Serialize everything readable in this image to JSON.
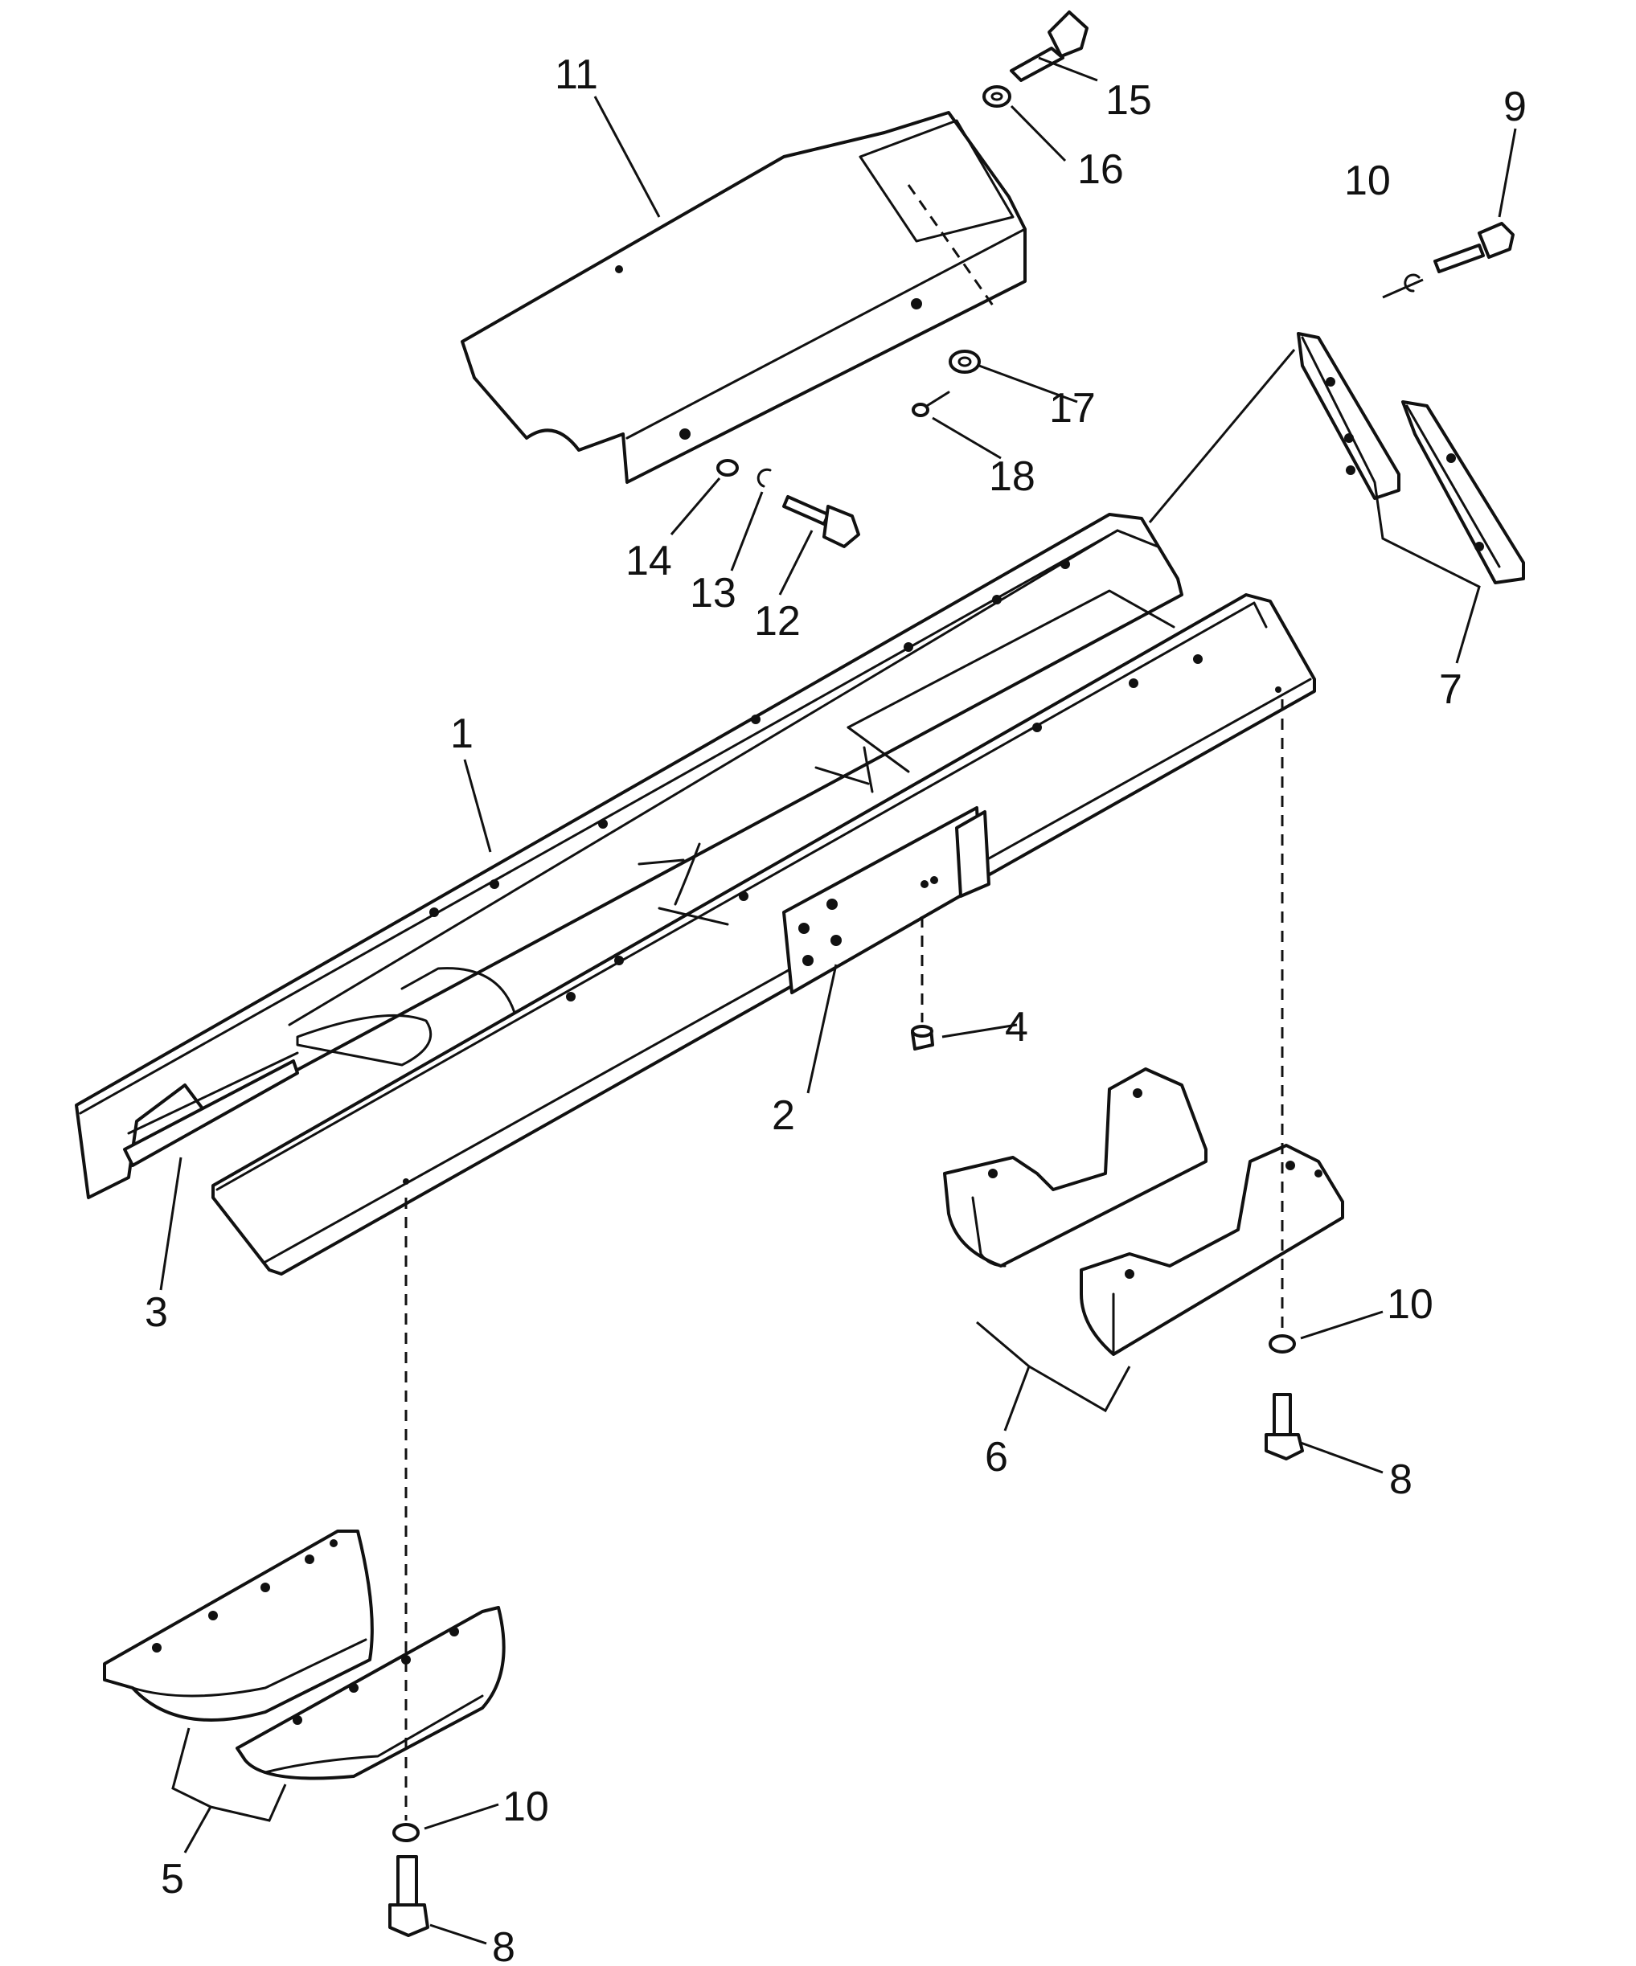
{
  "callouts": {
    "c1": "1",
    "c2": "2",
    "c3": "3",
    "c4": "4",
    "c5": "5",
    "c6": "6",
    "c7": "7",
    "c8a": "8",
    "c8b": "8",
    "c9": "9",
    "c10a": "10",
    "c10b": "10",
    "c10c": "10",
    "c11": "11",
    "c12": "12",
    "c13": "13",
    "c14": "14",
    "c15": "15",
    "c16": "16",
    "c17": "17",
    "c18": "18"
  },
  "colors": {
    "line": "#111111",
    "background": "#ffffff"
  }
}
